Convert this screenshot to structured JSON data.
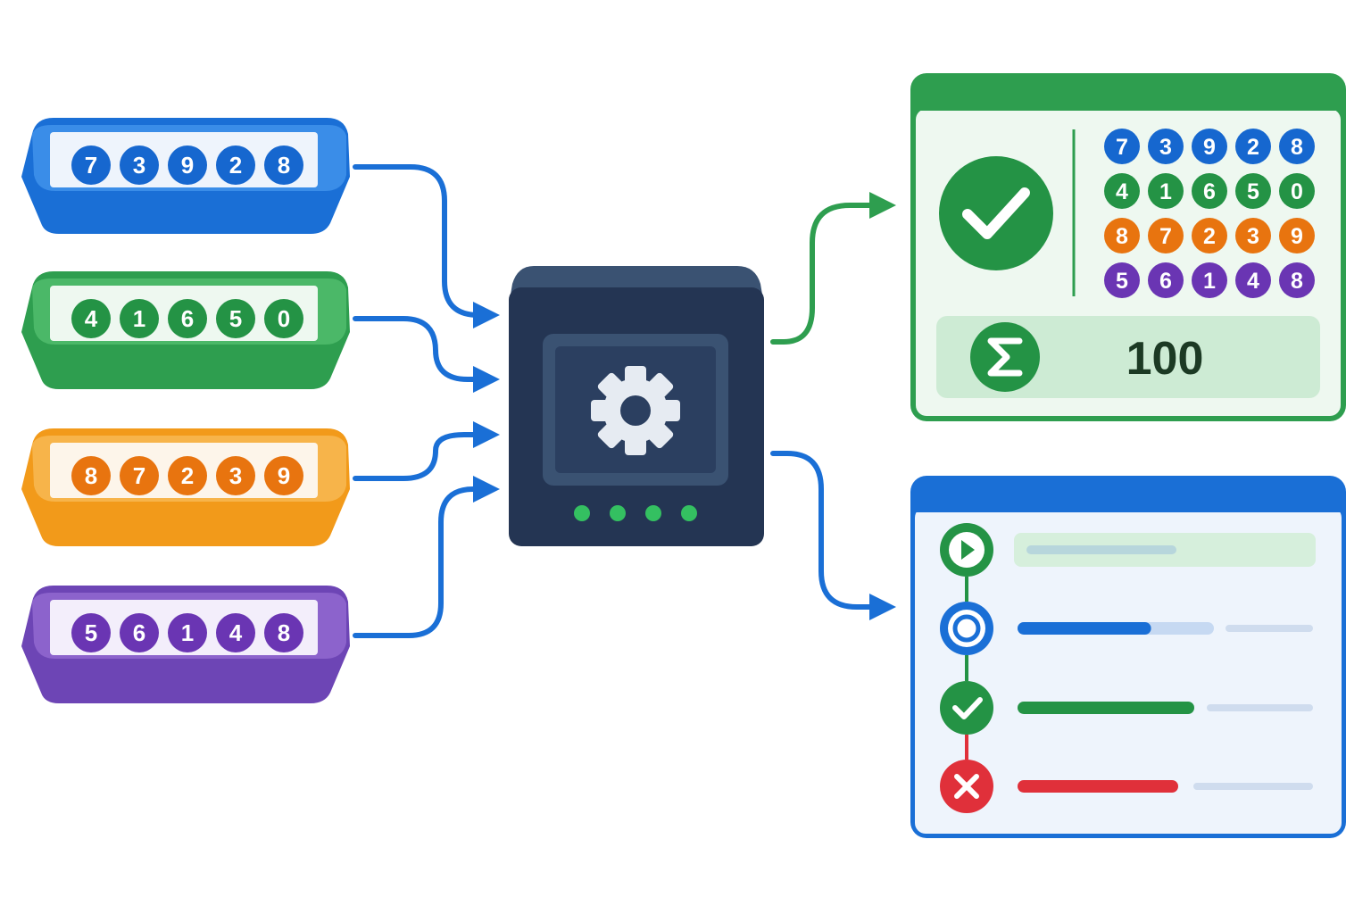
{
  "colors": {
    "blue": "#1a6fd6",
    "green": "#2e9e4f",
    "orange": "#f29a1a",
    "purple": "#6d45b5",
    "dark_box": "#243553",
    "red": "#e0303a",
    "ball_blue": "#1667cf",
    "ball_green": "#249345",
    "ball_orange": "#e8740f",
    "ball_purple": "#6a35b3"
  },
  "trays": [
    {
      "color": "blue",
      "numbers": [
        "7",
        "3",
        "9",
        "2",
        "8"
      ]
    },
    {
      "color": "green",
      "numbers": [
        "4",
        "1",
        "6",
        "5",
        "0"
      ]
    },
    {
      "color": "orange",
      "numbers": [
        "8",
        "7",
        "2",
        "3",
        "9"
      ]
    },
    {
      "color": "purple",
      "numbers": [
        "5",
        "6",
        "1",
        "4",
        "8"
      ]
    }
  ],
  "processor": {
    "icon": "gear-icon",
    "indicator_count": 4
  },
  "result_panel": {
    "status_icon": "check-icon",
    "sum_icon": "sigma-icon",
    "sum_value": "100",
    "grid": [
      [
        "7",
        "3",
        "9",
        "2",
        "8"
      ],
      [
        "4",
        "1",
        "6",
        "5",
        "0"
      ],
      [
        "8",
        "7",
        "2",
        "3",
        "9"
      ],
      [
        "5",
        "6",
        "1",
        "4",
        "8"
      ]
    ]
  },
  "status_panel": {
    "steps": [
      {
        "state": "running",
        "icon": "play-icon",
        "progress": 0.0
      },
      {
        "state": "in-progress",
        "icon": "spinner-icon",
        "progress": 0.68
      },
      {
        "state": "success",
        "icon": "check-icon",
        "progress": 1.0
      },
      {
        "state": "error",
        "icon": "close-icon",
        "progress": 1.0
      }
    ]
  }
}
